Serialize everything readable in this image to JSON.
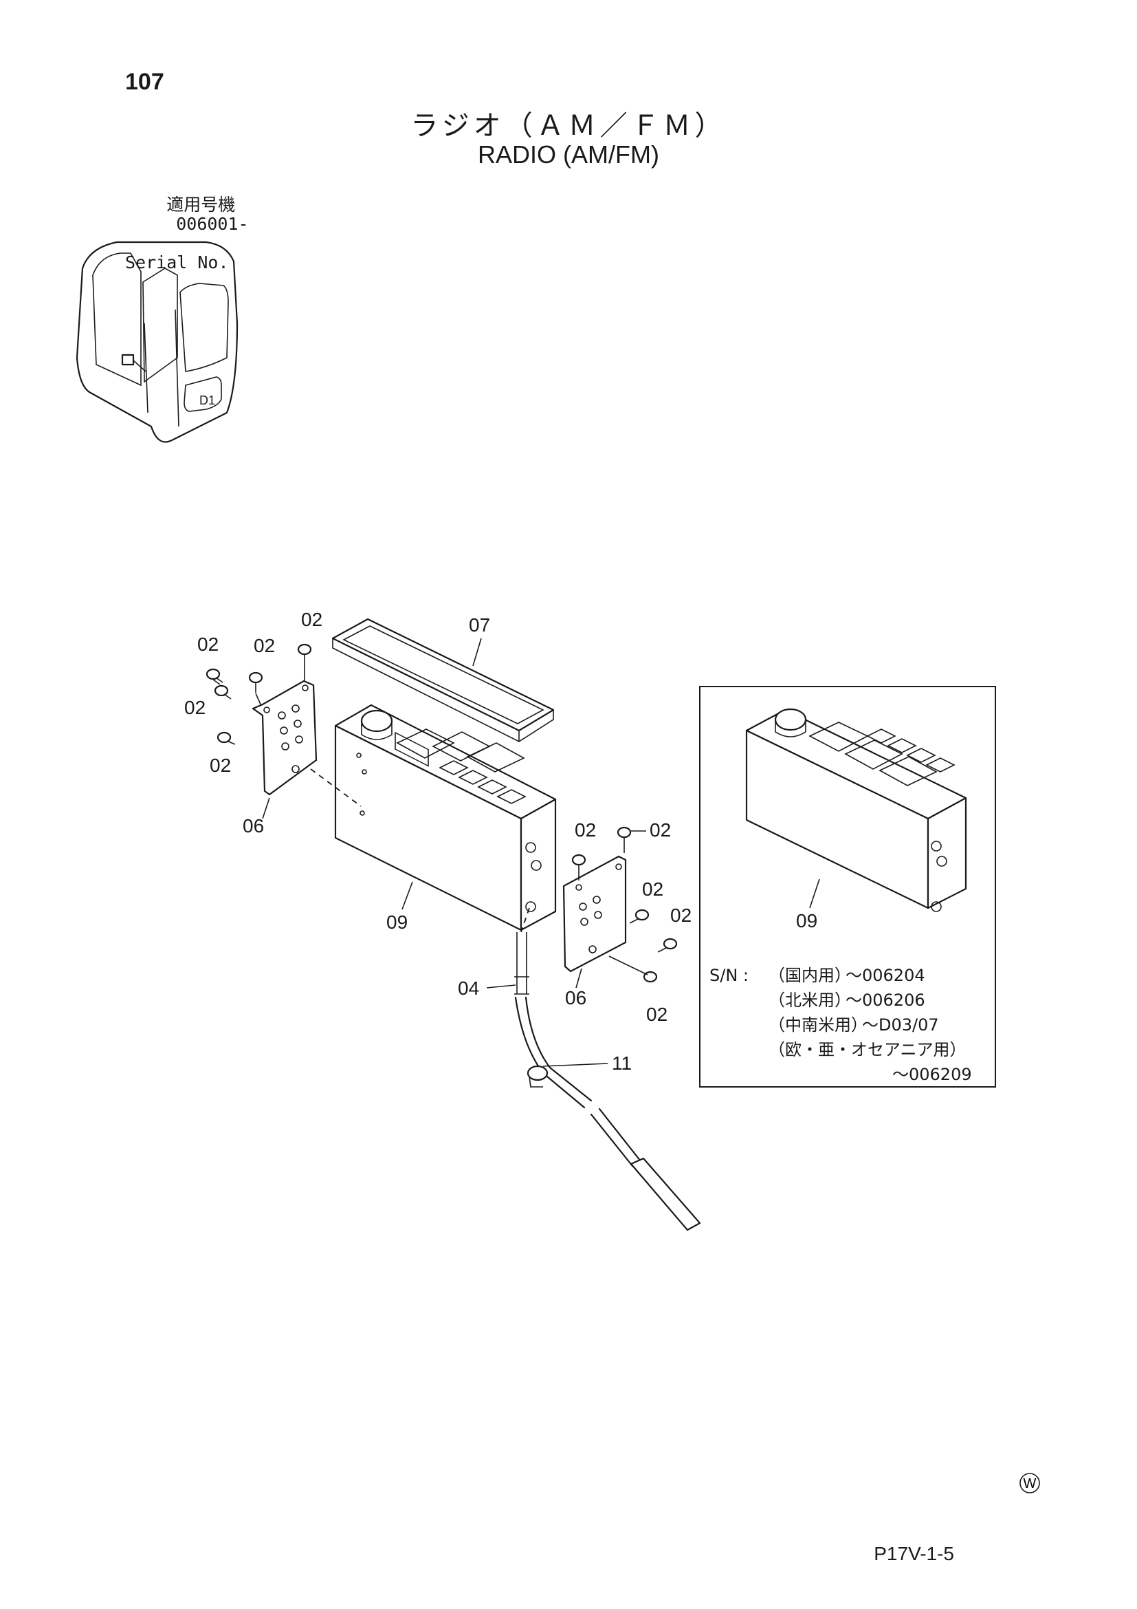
{
  "header": {
    "page_number": "107",
    "title_jp": "ラジオ（ＡＭ／ＦＭ）",
    "title_en": "RADIO (AM/FM)"
  },
  "serial": {
    "label_jp": "適用号機",
    "value": "006001-",
    "label_en": "Serial No."
  },
  "callouts": {
    "c02": "02",
    "c04": "04",
    "c06": "06",
    "c07": "07",
    "c09": "09",
    "c11": "11"
  },
  "variant_box": {
    "part_label": "09",
    "sn_label": "S/N :",
    "rows": [
      {
        "region": "（国内用）",
        "serial": "～006204"
      },
      {
        "region": "（北米用）",
        "serial": "～006206"
      },
      {
        "region": "（中南米用）",
        "serial": "～D03/07"
      },
      {
        "region": "（欧・亜・オセアニア用）",
        "serial": ""
      },
      {
        "region": "",
        "serial": "～006209"
      }
    ]
  },
  "footer": {
    "w_mark": "W",
    "page_code": "P17V-1-5"
  }
}
